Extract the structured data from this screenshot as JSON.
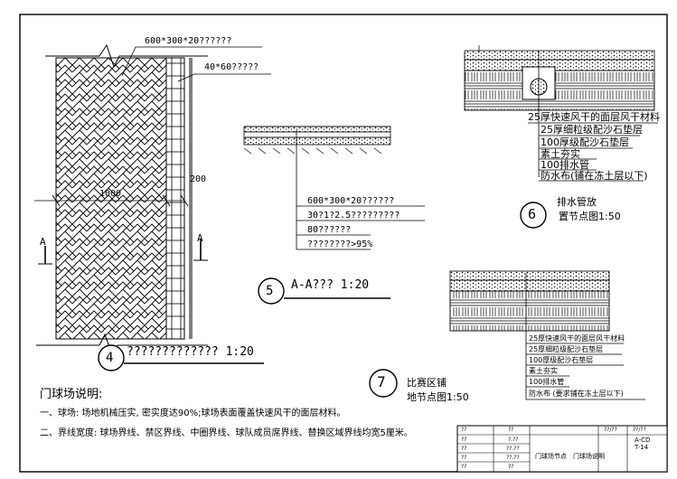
{
  "plan": {
    "label_paver": "600*300*20??????",
    "label_edge": "40*60?????",
    "dim_width": "1000",
    "dim_edge": "200",
    "section_mark_left": "A",
    "section_mark_right": "A",
    "detail_number": "4",
    "detail_title": "????????????? 1:20"
  },
  "section_aa": {
    "detail_number": "5",
    "title": "A-A??? 1:20",
    "layers": [
      "600*300*20??????",
      "30?1?2.5?????????",
      "80??????",
      "????????>95%"
    ]
  },
  "detail_6": {
    "number": "6",
    "title_line1": "排水管放",
    "title_line2": "置节点图1:50",
    "layers": [
      "25厚快速风干的面层风干材料",
      "25厚细粒级配沙石垫层",
      "100厚级配沙石垫层",
      "素土夯实",
      "100排水管",
      "防水布(铺在冻土层以下)"
    ]
  },
  "detail_7": {
    "number": "7",
    "title_line1": "比赛区铺",
    "title_line2": "地节点图1:50",
    "layers": [
      "25厚快速风干的面层风干材料",
      "25厚细粒级配沙石垫层",
      "100厚级配沙石垫层",
      "素土夯实",
      "100排水管",
      "防水布 (要求铺在冻土层以下)"
    ]
  },
  "notes": {
    "heading": "门球场说明:",
    "line1": "一、球场: 场地机械压实, 密实度达90%;球场表面覆盖快速风干的面层材料。",
    "line2": "二、界线宽度: 球场界线、禁区界线、中圈界线、球队成员席界线、替换区域界线均宽5厘米。"
  },
  "title_block": {
    "r1c1": "??",
    "r2c1": "??",
    "r3c1": "??",
    "r4c1": "??",
    "r5c1": "??",
    "col2_a": "??",
    "col2_b": "?.??",
    "col2_c": "??.??",
    "col2_d": "??.??",
    "col2_e": "??",
    "drawing_name_1": "门球场节点",
    "drawing_name_2": "门球场说明",
    "date_label": "??/??",
    "date_value": "??/??",
    "sheet_a": "A-CD",
    "sheet_b": "T-14"
  }
}
